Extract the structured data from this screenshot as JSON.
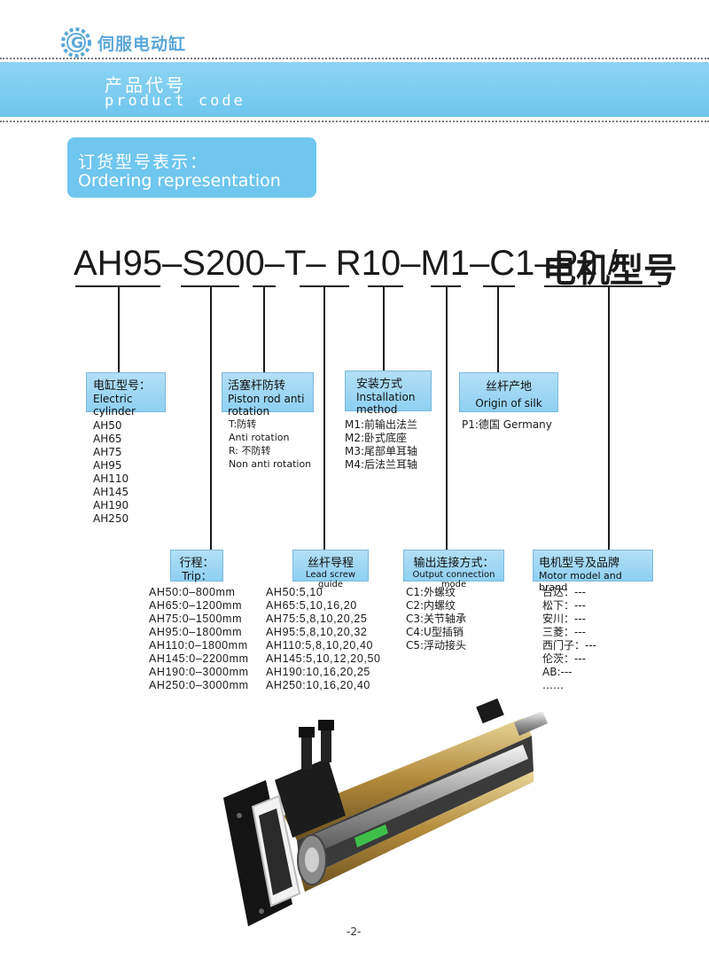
{
  "header": {
    "brand": "伺服电动缸",
    "banner_cn": "产品代号",
    "banner_en": "product code"
  },
  "ordering": {
    "title_cn": "订货型号表示：",
    "title_en": "Ordering representation"
  },
  "model_code": {
    "code": "AH95–S200–T– R10–M1–C1–P2 / ",
    "motor_cn": "电机型号"
  },
  "sections": {
    "cylinder": {
      "label_cn": "电缸型号：",
      "label_en": "Electric cylinder",
      "items": [
        "AH50",
        "AH65",
        "AH75",
        "AH95",
        "AH110",
        "AH145",
        "AH190",
        "AH250"
      ]
    },
    "anti_rotation": {
      "label_cn": "活塞杆防转",
      "label_en": "Piston rod anti rotation",
      "items": [
        "T:防转",
        "Anti rotation",
        "R: 不防转",
        "Non anti rotation"
      ]
    },
    "installation": {
      "label_cn": "安装方式",
      "label_en": "Installation method",
      "items": [
        "M1:前输出法兰",
        "M2:卧式底座",
        "M3:尾部单耳轴",
        "M4:后法兰耳轴"
      ]
    },
    "silk_origin": {
      "label_cn": "丝杆产地",
      "label_en": "Origin of silk",
      "items": [
        "P1:德国 Germany"
      ]
    },
    "trip": {
      "label_cn": "行程：",
      "label_en": "Trip：",
      "items": [
        "AH50:0–800mm",
        "AH65:0–1200mm",
        "AH75:0–1500mm",
        "AH95:0–1800mm",
        "AH110:0–1800mm",
        "AH145:0–2200mm",
        "AH190:0–3000mm",
        "AH250:0–3000mm"
      ]
    },
    "lead_screw": {
      "label_cn": "丝杆导程",
      "label_en": "Lead screw guide",
      "items": [
        "AH50:5,10",
        "AH65:5,10,16,20",
        "AH75:5,8,10,20,25",
        "AH95:5,8,10,20,32",
        "AH110:5,8,10,20,40",
        "AH145:5,10,12,20,50",
        "AH190:10,16,20,25",
        "AH250:10,16,20,40"
      ]
    },
    "output_connection": {
      "label_cn": "输出连接方式：",
      "label_en": "Output connection mode",
      "items": [
        "C1:外螺纹",
        "C2:内螺纹",
        "C3:关节轴承",
        "C4:U型插销",
        "C5:浮动接头"
      ]
    },
    "motor": {
      "label_cn": "电机型号及品牌",
      "label_en": "Motor model and brand",
      "items": [
        "台达：---",
        "松下：---",
        "安川：---",
        "三菱：---",
        "西门子：---",
        "伦茨：---",
        "AB:---",
        "……"
      ]
    }
  },
  "footer": {
    "page": "-2-"
  },
  "colors": {
    "banner": "#8dd4f3",
    "label_box": "#b3dff6",
    "brand_text": "#5aa7d8"
  }
}
